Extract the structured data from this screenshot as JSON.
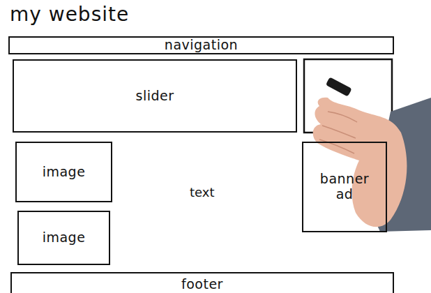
{
  "diagram": {
    "title": "my website",
    "nodes": [
      {
        "text": [
          "navigation"
        ]
      },
      {
        "text": [
          "slider"
        ]
      },
      {
        "text": [
          "image"
        ]
      },
      {
        "text": [
          "image"
        ]
      },
      {
        "text": [
          "banner ad"
        ]
      },
      {
        "text": [
          "footer"
        ]
      }
    ],
    "labels": [
      "text"
    ]
  }
}
